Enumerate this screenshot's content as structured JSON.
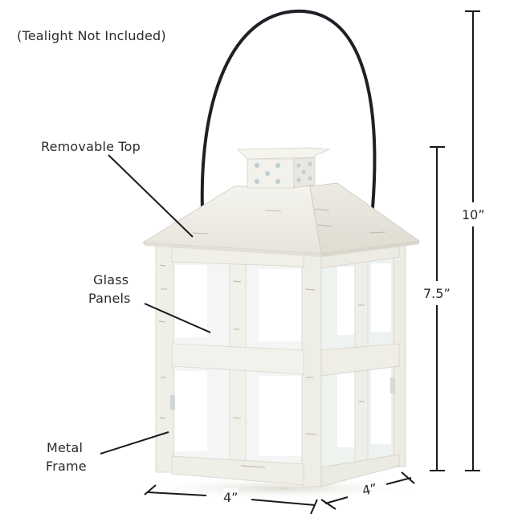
{
  "note": "(Tealight Not Included)",
  "callouts": {
    "removable_top": "Removable Top",
    "glass_panels_line1": "Glass",
    "glass_panels_line2": "Panels",
    "metal_frame_line1": "Metal",
    "metal_frame_line2": "Frame"
  },
  "dimensions": {
    "total_height": "10”",
    "body_height": "7.5”",
    "width_front": "4”",
    "width_side": "4”"
  },
  "colors": {
    "frame": "#f1f0ea",
    "frame_shade": "#dcdbd2",
    "handle": "#1f2026",
    "glass": "#eef4f1",
    "line": "#1a1a1a"
  }
}
